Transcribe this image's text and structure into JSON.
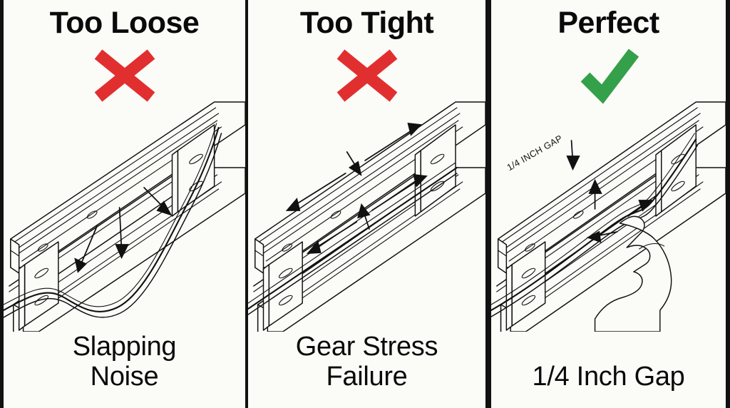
{
  "graphic": {
    "kind": "three-panel-comparison-diagram",
    "subject": "Garage door opener chain tension",
    "background_color": "#fbfbf8",
    "line_color": "#111111",
    "divider_color": "#111111"
  },
  "panels": [
    {
      "id": "too-loose",
      "title": "Too Loose",
      "mark": "red-x",
      "mark_color": "#E12F2F",
      "caption_line1": "Slapping",
      "caption_line2": "Noise",
      "annotations": [],
      "arrow_count": 3,
      "arrow_meaning": "pointing at sagging chain"
    },
    {
      "id": "too-tight",
      "title": "Too Tight",
      "mark": "red-x",
      "mark_color": "#E12F2F",
      "caption_line1": "Gear Stress",
      "caption_line2": "Failure",
      "annotations": [],
      "arrow_count": 5,
      "arrow_meaning": "tension arrows along and across the taut chain"
    },
    {
      "id": "perfect",
      "title": "Perfect",
      "mark": "green-check",
      "mark_color": "#34A04A",
      "caption_line1": "1/4 Inch Gap",
      "caption_line2": "",
      "annotations": [
        {
          "text": "1/4 INCH GAP",
          "rotation_deg": -28
        }
      ],
      "arrow_count": 4,
      "arrow_meaning": "gap callout plus finger lifting chain"
    }
  ]
}
